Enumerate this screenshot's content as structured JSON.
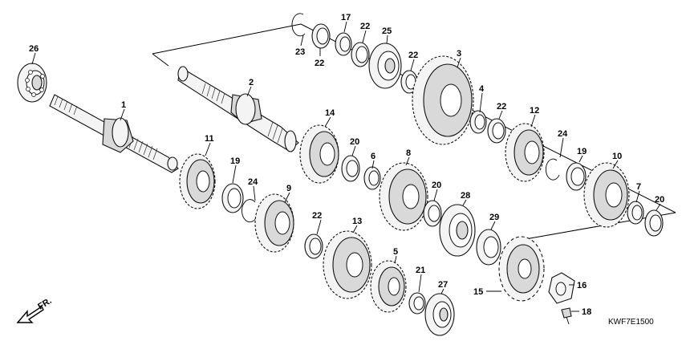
{
  "diagram": {
    "code": "KWF7E1500",
    "direction_label": "FR.",
    "parts": [
      {
        "id": "p1",
        "label": "1"
      },
      {
        "id": "p2",
        "label": "2"
      },
      {
        "id": "p3",
        "label": "3"
      },
      {
        "id": "p4",
        "label": "4"
      },
      {
        "id": "p5",
        "label": "5"
      },
      {
        "id": "p6",
        "label": "6"
      },
      {
        "id": "p7",
        "label": "7"
      },
      {
        "id": "p8",
        "label": "8"
      },
      {
        "id": "p9",
        "label": "9"
      },
      {
        "id": "p10",
        "label": "10"
      },
      {
        "id": "p11",
        "label": "11"
      },
      {
        "id": "p12",
        "label": "12"
      },
      {
        "id": "p13",
        "label": "13"
      },
      {
        "id": "p14",
        "label": "14"
      },
      {
        "id": "p15",
        "label": "15"
      },
      {
        "id": "p16",
        "label": "16"
      },
      {
        "id": "p17",
        "label": "17"
      },
      {
        "id": "p18",
        "label": "18"
      },
      {
        "id": "p19a",
        "label": "19"
      },
      {
        "id": "p19b",
        "label": "19"
      },
      {
        "id": "p20a",
        "label": "20"
      },
      {
        "id": "p20b",
        "label": "20"
      },
      {
        "id": "p20c",
        "label": "20"
      },
      {
        "id": "p21",
        "label": "21"
      },
      {
        "id": "p22a",
        "label": "22"
      },
      {
        "id": "p22b",
        "label": "22"
      },
      {
        "id": "p22c",
        "label": "22"
      },
      {
        "id": "p22d",
        "label": "22"
      },
      {
        "id": "p22e",
        "label": "22"
      },
      {
        "id": "p23",
        "label": "23"
      },
      {
        "id": "p24a",
        "label": "24"
      },
      {
        "id": "p24b",
        "label": "24"
      },
      {
        "id": "p25",
        "label": "25"
      },
      {
        "id": "p26",
        "label": "26"
      },
      {
        "id": "p27",
        "label": "27"
      },
      {
        "id": "p28",
        "label": "28"
      },
      {
        "id": "p29",
        "label": "29"
      }
    ]
  }
}
